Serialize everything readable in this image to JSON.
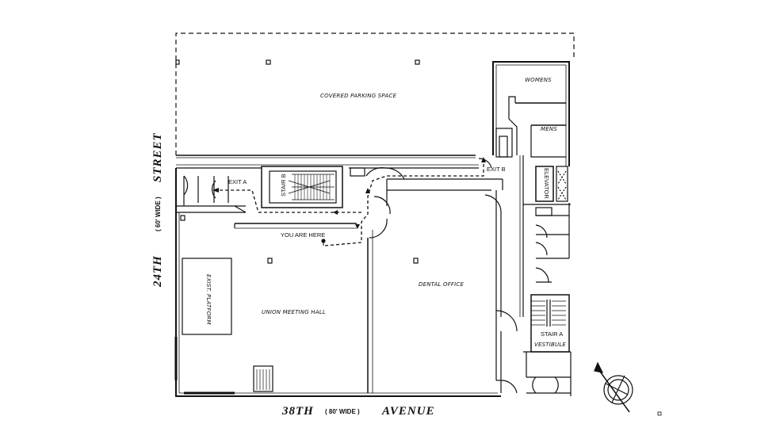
{
  "labels": {
    "covered_parking": "COVERED PARKING SPACE",
    "womens": "WOMENS",
    "mens": "MENS",
    "exit_b": "EXIT B",
    "exit_a": "EXIT A",
    "stair_b": "STAIR B",
    "elevator": "ELEVATOR",
    "you_are_here": "YOU ARE HERE",
    "dental_office": "DENTAL OFFICE",
    "union_meeting_hall": "UNION MEETING HALL",
    "exist_platform": "EXIST. PLATFORM",
    "stair_a": "STAIR A",
    "vestibule": "VESTIBULE"
  },
  "streets": {
    "street_word": "STREET",
    "street_number": "24TH",
    "street_width": "( 60' WIDE )",
    "avenue_number": "38TH",
    "avenue_width": "( 80' WIDE )",
    "avenue_word": "AVENUE"
  },
  "colors": {
    "wall": "#111111",
    "route": "#111111",
    "background": "#ffffff"
  }
}
